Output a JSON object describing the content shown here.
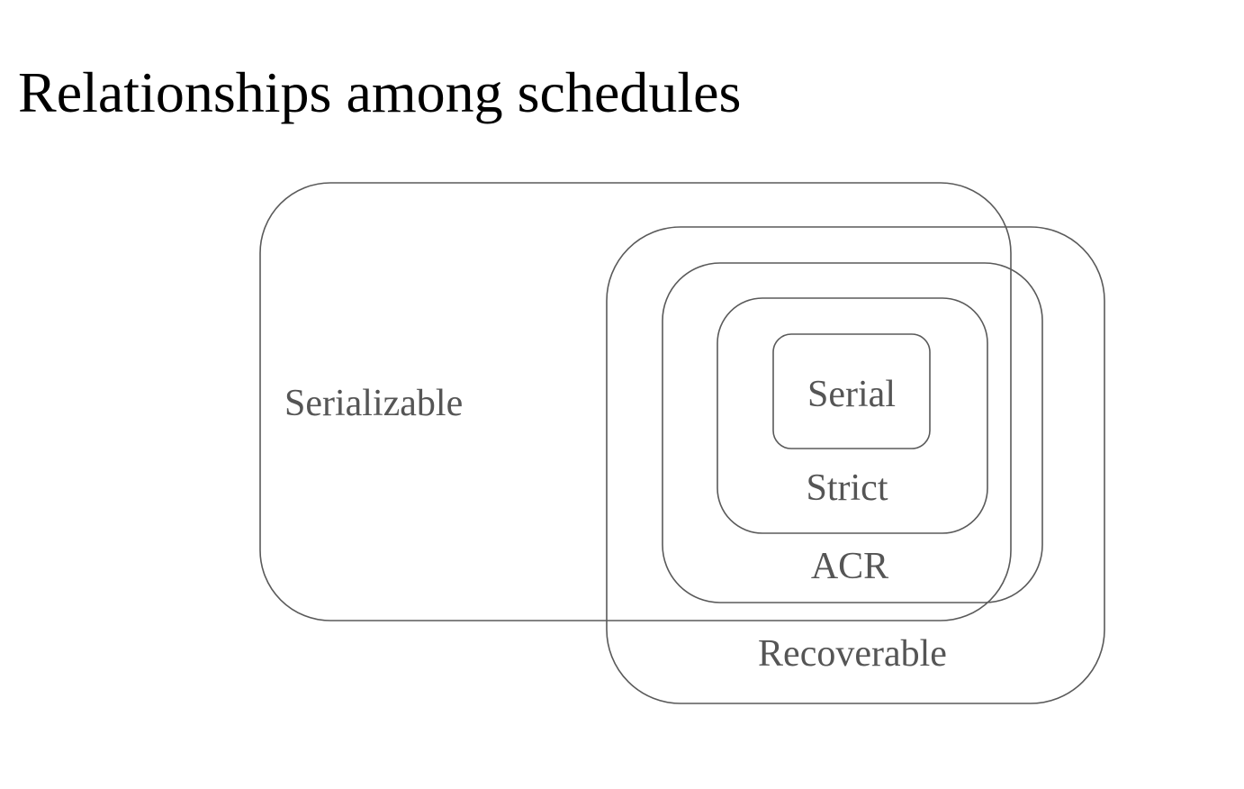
{
  "title": "Relationships among schedules",
  "sets": {
    "serializable": "Serializable",
    "recoverable": "Recoverable",
    "acr": "ACR",
    "strict": "Strict",
    "serial": "Serial"
  }
}
